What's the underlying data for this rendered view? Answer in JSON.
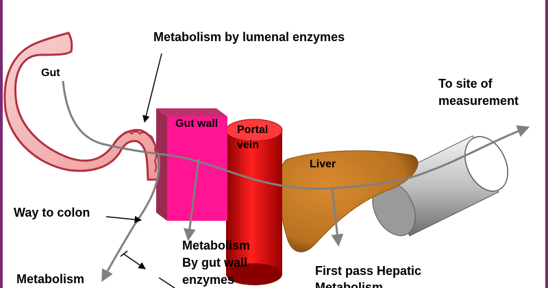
{
  "labels": {
    "lumenal": "Metabolism by lumenal enzymes",
    "gut": "Gut",
    "gut_wall": "Gut wall",
    "portal_line1": "Portal",
    "portal_line2": "vein",
    "liver": "Liver",
    "to_site_line1": "To site of",
    "to_site_line2": "measurement",
    "way_to_colon": "Way to colon",
    "gutwall_metab_line1": "Metabolism",
    "gutwall_metab_line2": "By gut wall",
    "gutwall_metab_line3": "enzymes",
    "first_pass_line1": "First pass Hepatic",
    "first_pass_line2": "Metabolism",
    "bottom_metab": "Metabolism"
  },
  "colors": {
    "border": "#7b2a73",
    "gut_fill": "#f5b8b8",
    "gut_outline": "#b03040",
    "gut_wall_front": "#ff1493",
    "gut_wall_side": "#9b2a52",
    "portal_vein": "#e01010",
    "liver": "#c07a20",
    "cylinder": "#c8c8c8",
    "path_line": "#808080"
  }
}
